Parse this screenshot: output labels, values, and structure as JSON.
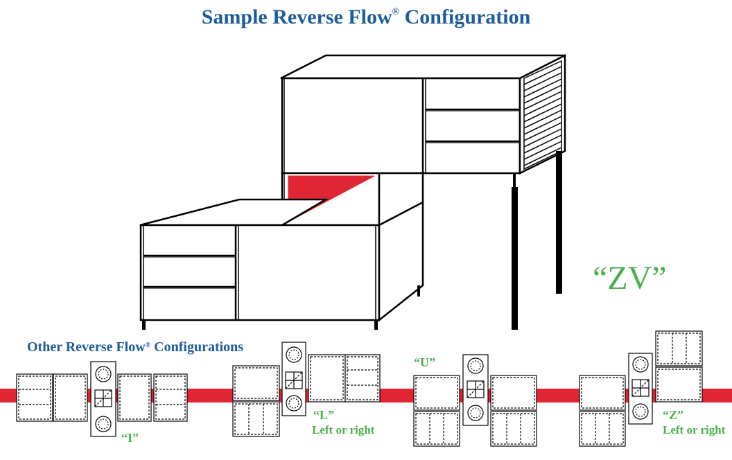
{
  "title": {
    "text": "Sample Reverse Flow",
    "mark": "®",
    "suffix": "Configuration"
  },
  "main_label": "“ZV”",
  "other_section": {
    "title": "Other Reverse Flow",
    "mark": "®",
    "suffix": "Configurations"
  },
  "configs": [
    {
      "label": "“I”"
    },
    {
      "label": "“L”",
      "sublabel": "Left or right"
    },
    {
      "label": "“U”"
    },
    {
      "label": "“Z”",
      "sublabel": "Left or right"
    }
  ],
  "colors": {
    "title_blue": "#1e5c9a",
    "label_green": "#4caf50",
    "accent_red": "#e02535",
    "line_black": "#000000"
  }
}
